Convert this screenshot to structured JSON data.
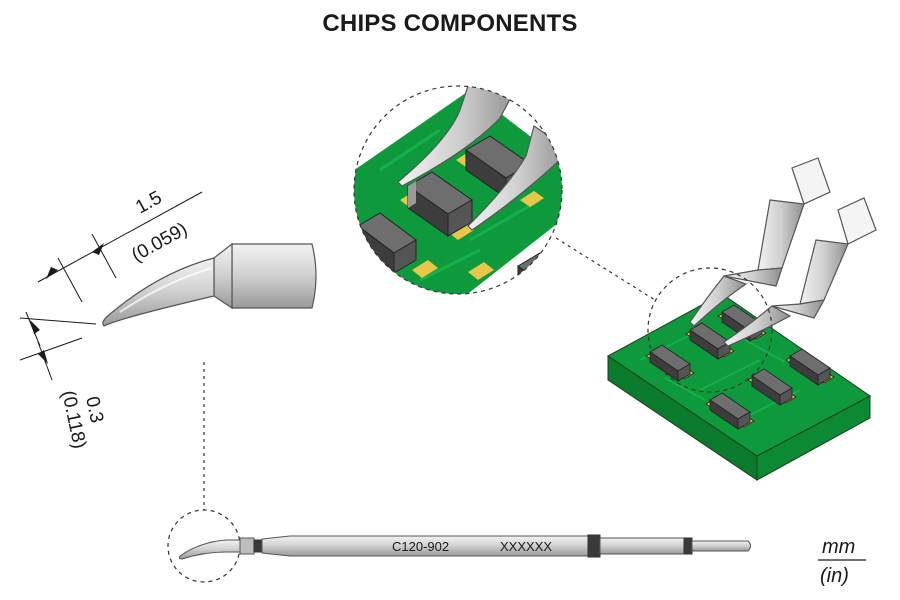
{
  "title": "CHIPS COMPONENTS",
  "dimensions": {
    "length_mm": "1.5",
    "length_in": "(0.059)",
    "tip_mm": "0.3",
    "tip_in": "(0.118)"
  },
  "cartridge": {
    "model": "C120-902",
    "serial": "XXXXXX"
  },
  "units": {
    "metric": "mm",
    "imperial": "(in)"
  },
  "colors": {
    "pcb_green": "#0e9a3c",
    "pcb_side": "#0a7a2c",
    "pad_yellow": "#e7c64a",
    "chip_dark": "#4a4a4a",
    "tip_gray": "#c8c8c8"
  },
  "icons": [
    "tip-detail-icon",
    "soldering-tweezers-icon",
    "pcb-board-icon",
    "chip-component-icon"
  ]
}
